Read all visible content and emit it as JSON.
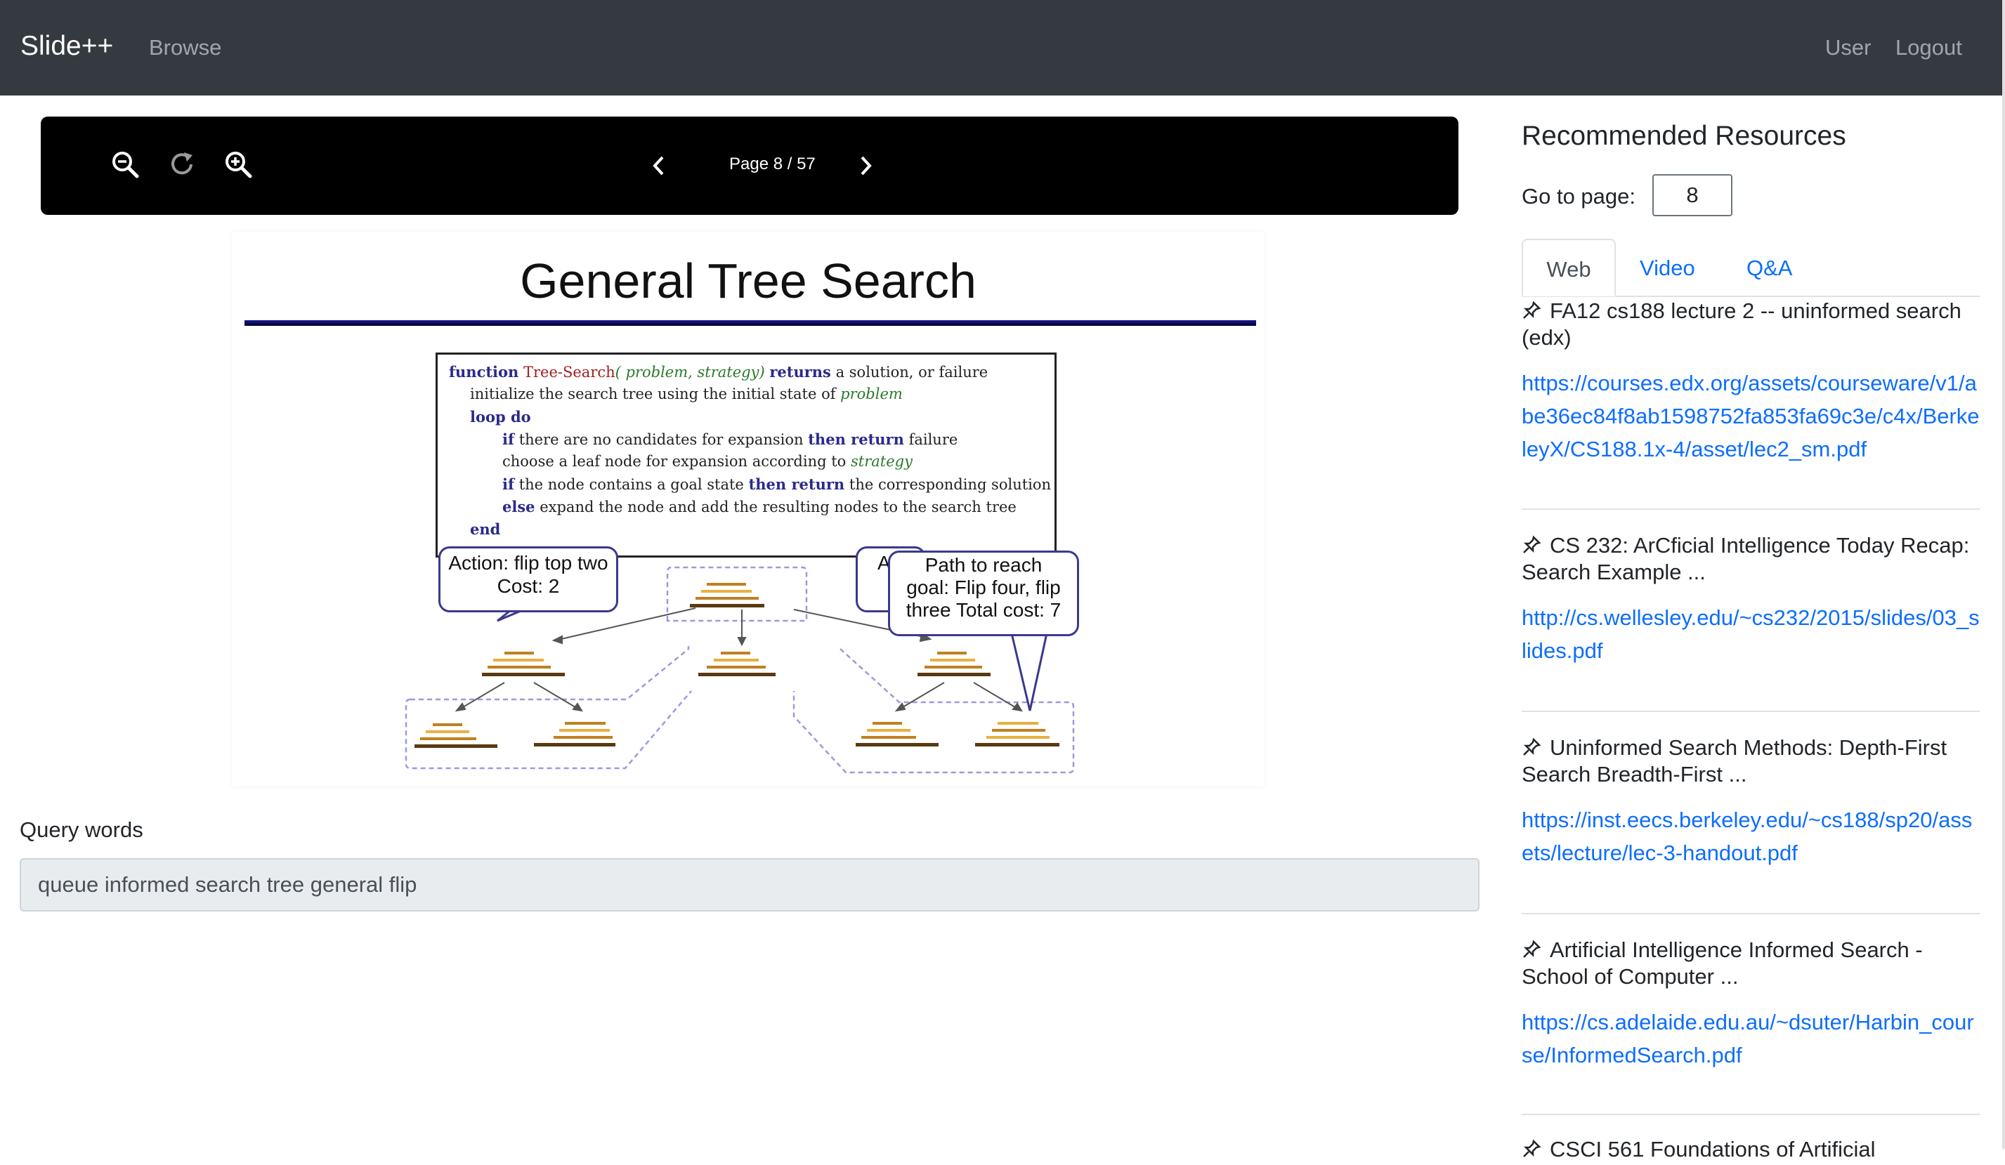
{
  "navbar": {
    "brand": "Slide++",
    "browse": "Browse",
    "user": "User",
    "logout": "Logout"
  },
  "toolbar": {
    "page_indicator": "Page 8 / 57",
    "icons": [
      "zoom-out-icon",
      "reset-zoom-icon",
      "zoom-in-icon",
      "chevron-left-icon",
      "chevron-right-icon"
    ]
  },
  "slide": {
    "title": "General Tree Search",
    "algorithm": {
      "line1_kw1": "function",
      "line1_fn": "Tree-Search",
      "line1_args": "( problem, strategy)",
      "line1_kw2": "returns",
      "line1_rest": "a solution, or failure",
      "line2": "initialize the search tree using the initial state of",
      "line2_var": "problem",
      "line3": "loop do",
      "line4_kw1": "if",
      "line4_mid": "there are no candidates for expansion",
      "line4_kw2": "then return",
      "line4_end": "failure",
      "line5": "choose a leaf node for expansion according to",
      "line5_var": "strategy",
      "line6_kw1": "if",
      "line6_mid": "the node contains a goal state",
      "line6_kw2": "then return",
      "line6_end": "the corresponding solution",
      "line7_kw": "else",
      "line7_rest": "expand the node and add the resulting nodes to the search tree",
      "line8": "end"
    },
    "bubble_left": "Action: flip top two Cost: 2",
    "bubble_hidden": "A",
    "bubble_right": "Path to reach goal: Flip four, flip three Total cost: 7"
  },
  "query": {
    "label": "Query words",
    "value": "queue informed search tree general flip"
  },
  "panel": {
    "title": "Recommended Resources",
    "goto_label": "Go to page:",
    "goto_value": "8",
    "tabs": [
      {
        "label": "Web",
        "active": true
      },
      {
        "label": "Video",
        "active": false
      },
      {
        "label": "Q&A",
        "active": false
      }
    ],
    "results": [
      {
        "title": "FA12 cs188 lecture 2 -- uninformed search (edx)",
        "url": "https://courses.edx.org/assets/courseware/v1/abe36ec84f8ab1598752fa853fa69c3e/c4x/BerkeleyX/CS188.1x-4/asset/lec2_sm.pdf"
      },
      {
        "title": "CS 232: ArCficial Intelligence Today Recap: Search Example ...",
        "url": "http://cs.wellesley.edu/~cs232/2015/slides/03_slides.pdf"
      },
      {
        "title": "Uninformed Search Methods: Depth-First Search Breadth-First ...",
        "url": "https://inst.eecs.berkeley.edu/~cs188/sp20/assets/lecture/lec-3-handout.pdf"
      },
      {
        "title": "Artificial Intelligence Informed Search - School of Computer ...",
        "url": "https://cs.adelaide.edu.au/~dsuter/Harbin_course/InformedSearch.pdf"
      },
      {
        "title": "CSCI 561 Foundations of Artificial",
        "url": ""
      }
    ]
  },
  "colors": {
    "navbar_bg": "#343a40",
    "toolbar_bg": "#000000",
    "link": "#0d6efd",
    "pancake_dark": "#5a3a10",
    "pancake_mid": "#c08020",
    "pancake_light": "#e8b040",
    "bubble_border": "#3a3a8e"
  }
}
